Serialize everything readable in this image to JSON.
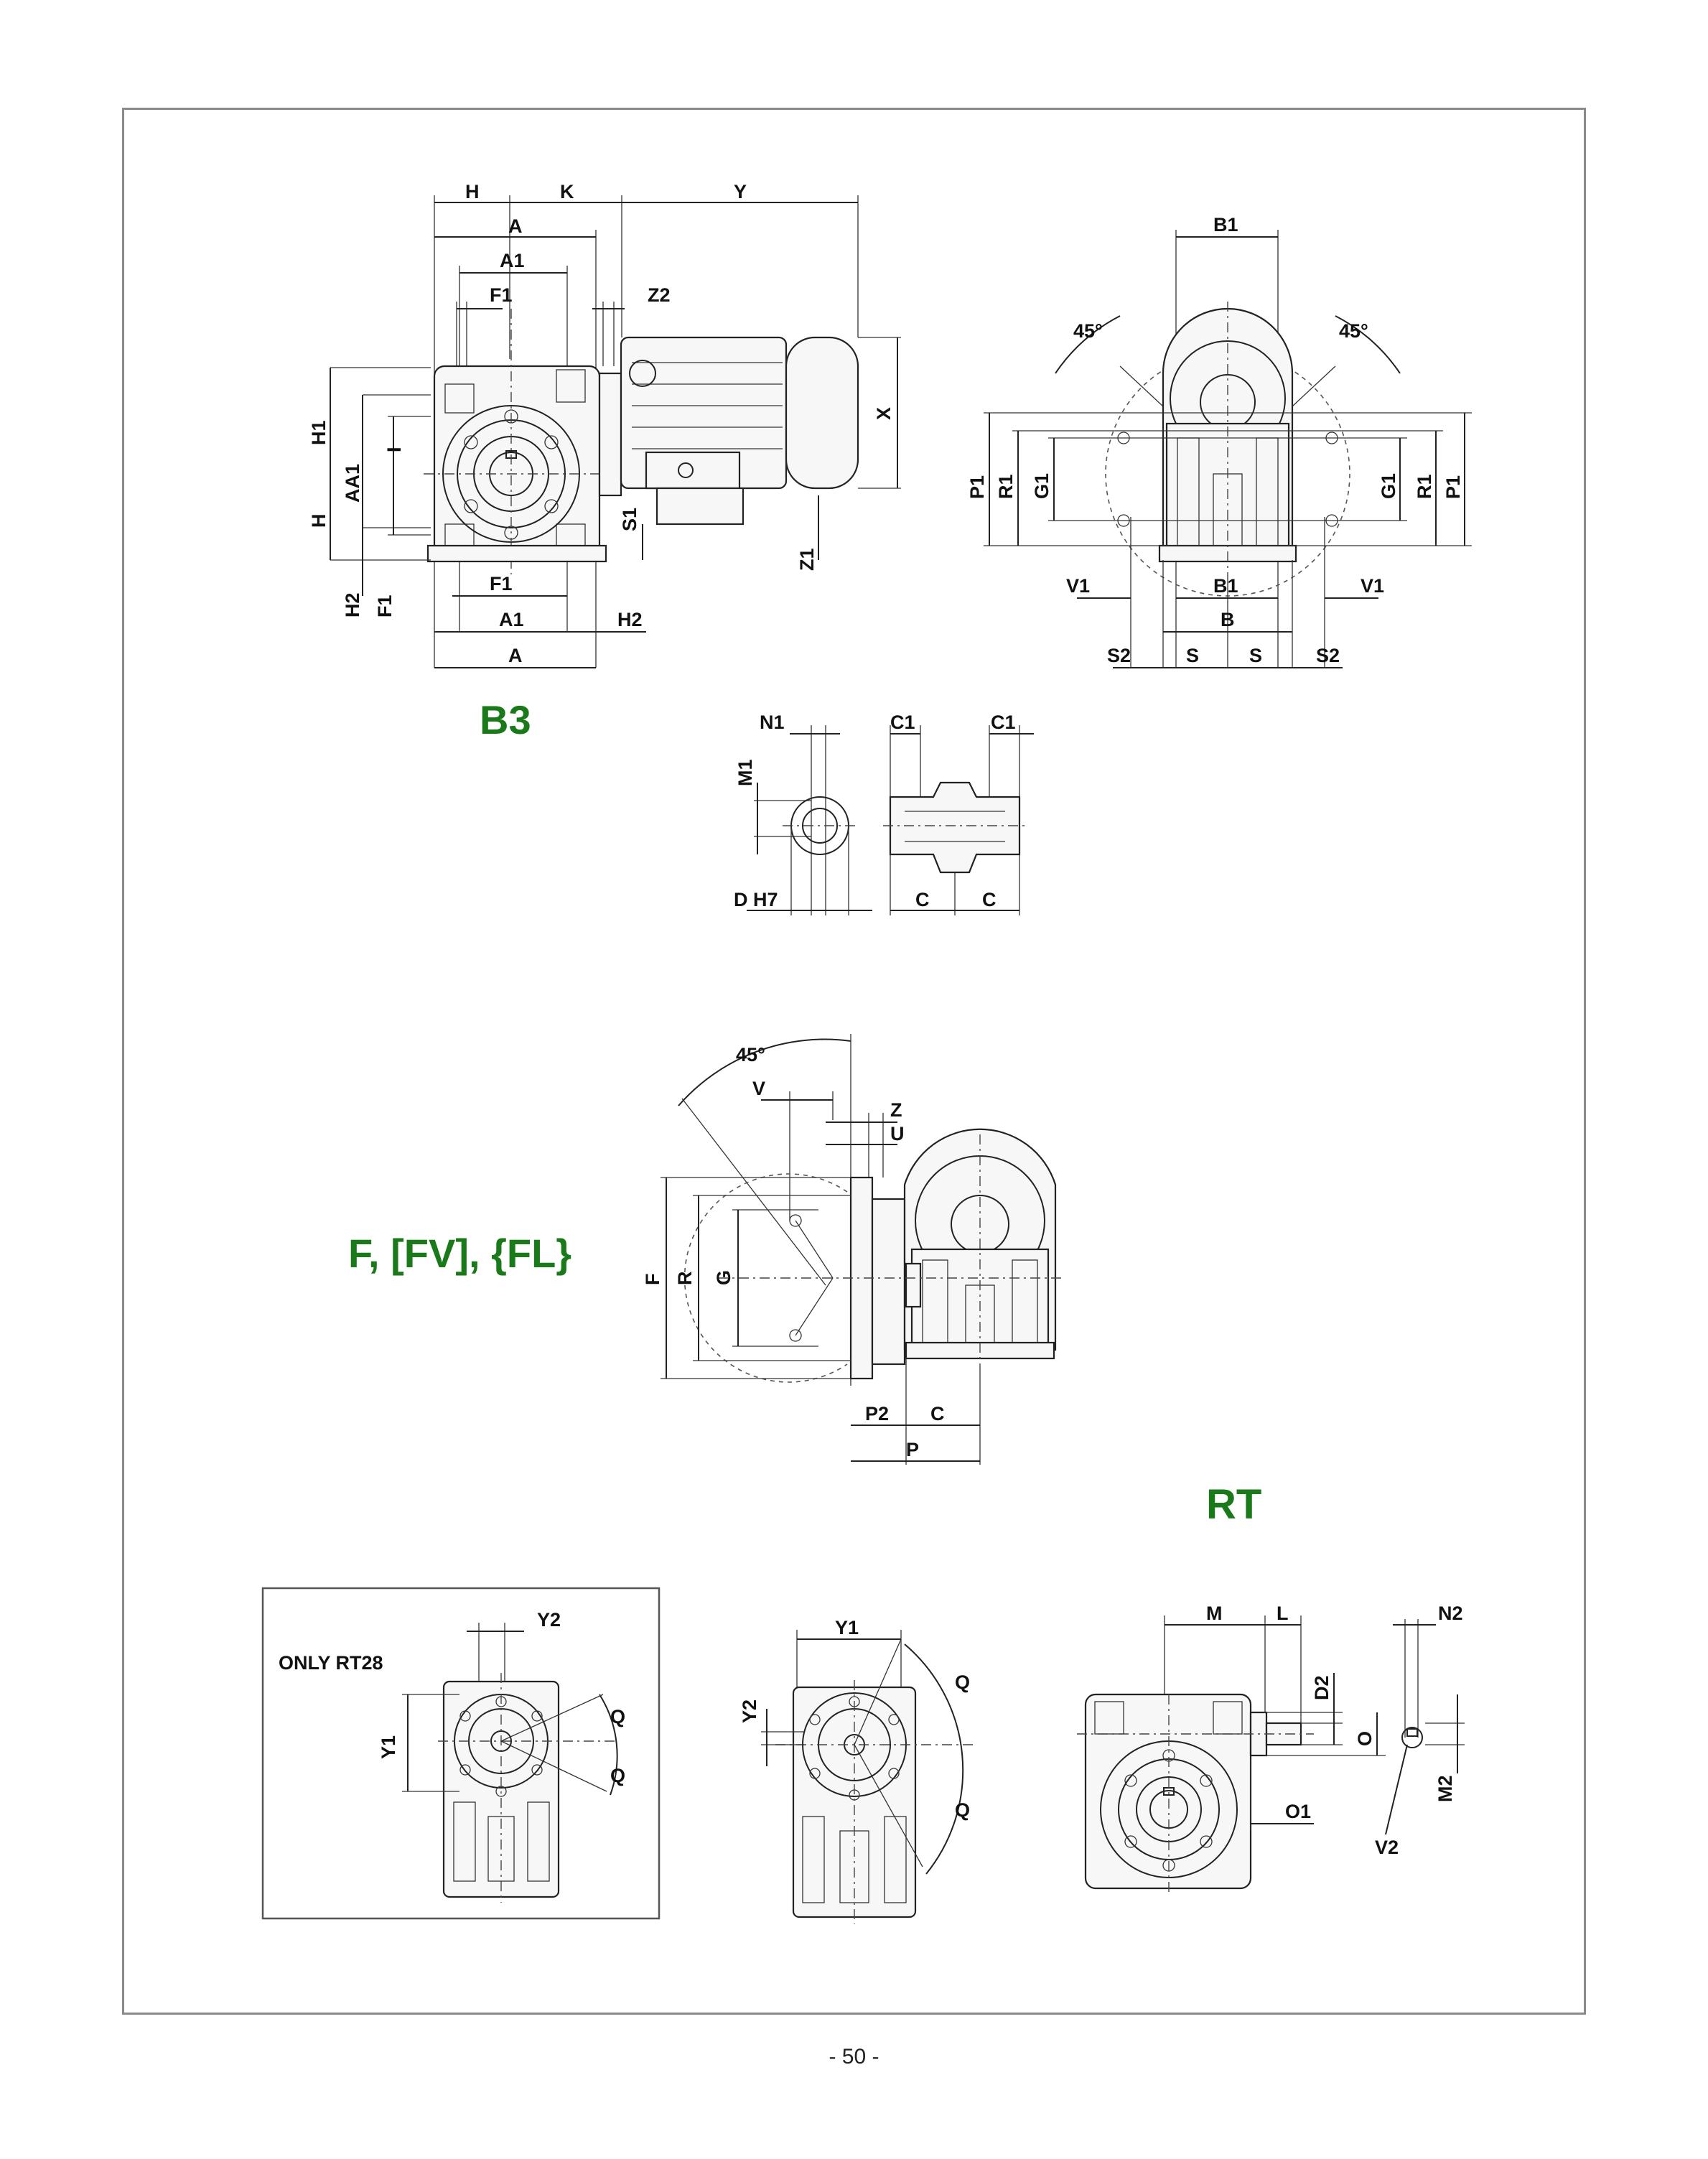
{
  "page": {
    "number": "- 50 -"
  },
  "sections": {
    "b3": "B3",
    "flange": "F, [FV], {FL}",
    "rt": "RT",
    "only_rt28": "ONLY RT28"
  },
  "dims": {
    "H": "H",
    "K": "K",
    "Y": "Y",
    "A": "A",
    "A1": "A1",
    "F1": "F1",
    "Z2": "Z2",
    "X": "X",
    "H1": "H1",
    "I": "I",
    "AA1": "AA1",
    "S1": "S1",
    "Z1": "Z1",
    "H2": "H2",
    "B1": "B1",
    "deg45": "45°",
    "P1": "P1",
    "R1": "R1",
    "G1": "G1",
    "V1": "V1",
    "B": "B",
    "S2": "S2",
    "S": "S",
    "N1": "N1",
    "C1": "C1",
    "M1": "M1",
    "DH7": "D H7",
    "C": "C",
    "V": "V",
    "Z": "Z",
    "U": "U",
    "F": "F",
    "R": "R",
    "G": "G",
    "P2": "P2",
    "P": "P",
    "Y2": "Y2",
    "Y1": "Y1",
    "Q": "Q",
    "M": "M",
    "L": "L",
    "N2": "N2",
    "D2": "D2",
    "O": "O",
    "O1": "O1",
    "M2": "M2",
    "V2": "V2"
  }
}
